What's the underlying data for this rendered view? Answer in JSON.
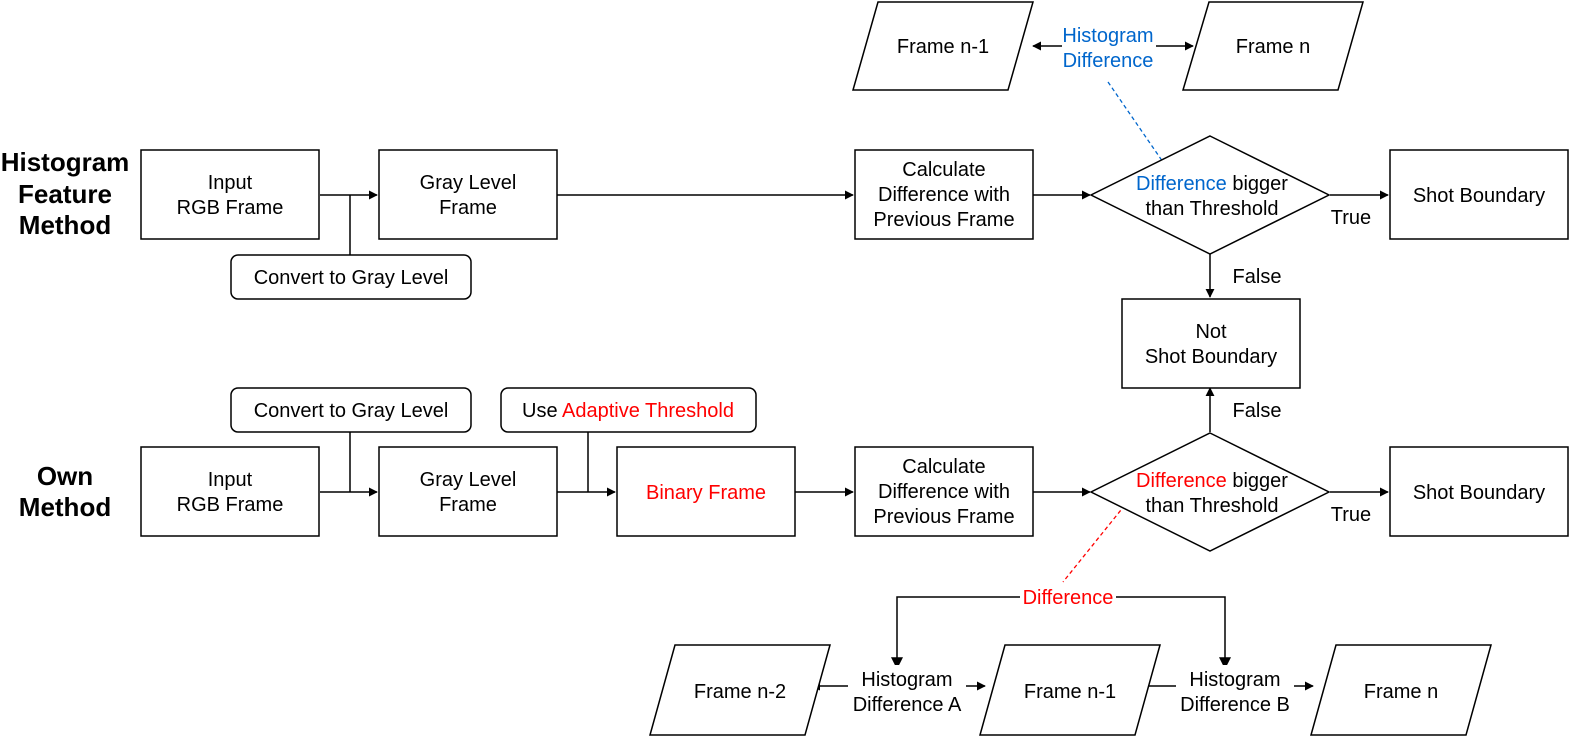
{
  "colors": {
    "stroke": "#000000",
    "blue": "#0066cc",
    "red": "#ff0000"
  },
  "section1": {
    "title_1": "Histogram",
    "title_2": "Feature",
    "title_3": "Method"
  },
  "section2": {
    "title_1": "Own",
    "title_2": "Method"
  },
  "top": {
    "input_1": "Input",
    "input_2": "RGB Frame",
    "gray_1": "Gray Level",
    "gray_2": "Frame",
    "convert": "Convert to Gray Level",
    "calc_1": "Calculate",
    "calc_2": "Difference with",
    "calc_3": "Previous Frame",
    "decision_colored": "Difference",
    "decision_rest": " bigger",
    "decision_2": "than Threshold",
    "shot": "Shot Boundary",
    "true_label": "True",
    "false_label": "False",
    "frame_prev": "Frame n-1",
    "frame_cur": "Frame n",
    "hist_1": "Histogram",
    "hist_2": "Difference"
  },
  "middle": {
    "not_1": "Not",
    "not_2": "Shot Boundary"
  },
  "bottom": {
    "convert": "Convert to Gray Level",
    "adaptive_prefix": "Use ",
    "adaptive_colored": "Adaptive Threshold",
    "input_1": "Input",
    "input_2": "RGB Frame",
    "gray_1": "Gray Level",
    "gray_2": "Frame",
    "binary": "Binary Frame",
    "calc_1": "Calculate",
    "calc_2": "Difference with",
    "calc_3": "Previous Frame",
    "decision_colored": "Difference",
    "decision_rest": " bigger",
    "decision_2": "than Threshold",
    "shot": "Shot Boundary",
    "true_label": "True",
    "false_label": "False",
    "difference": "Difference",
    "frame_n2": "Frame n-2",
    "frame_n1": "Frame n-1",
    "frame_n": "Frame n",
    "histA_1": "Histogram",
    "histA_2": "Difference A",
    "histB_1": "Histogram",
    "histB_2": "Difference B"
  }
}
